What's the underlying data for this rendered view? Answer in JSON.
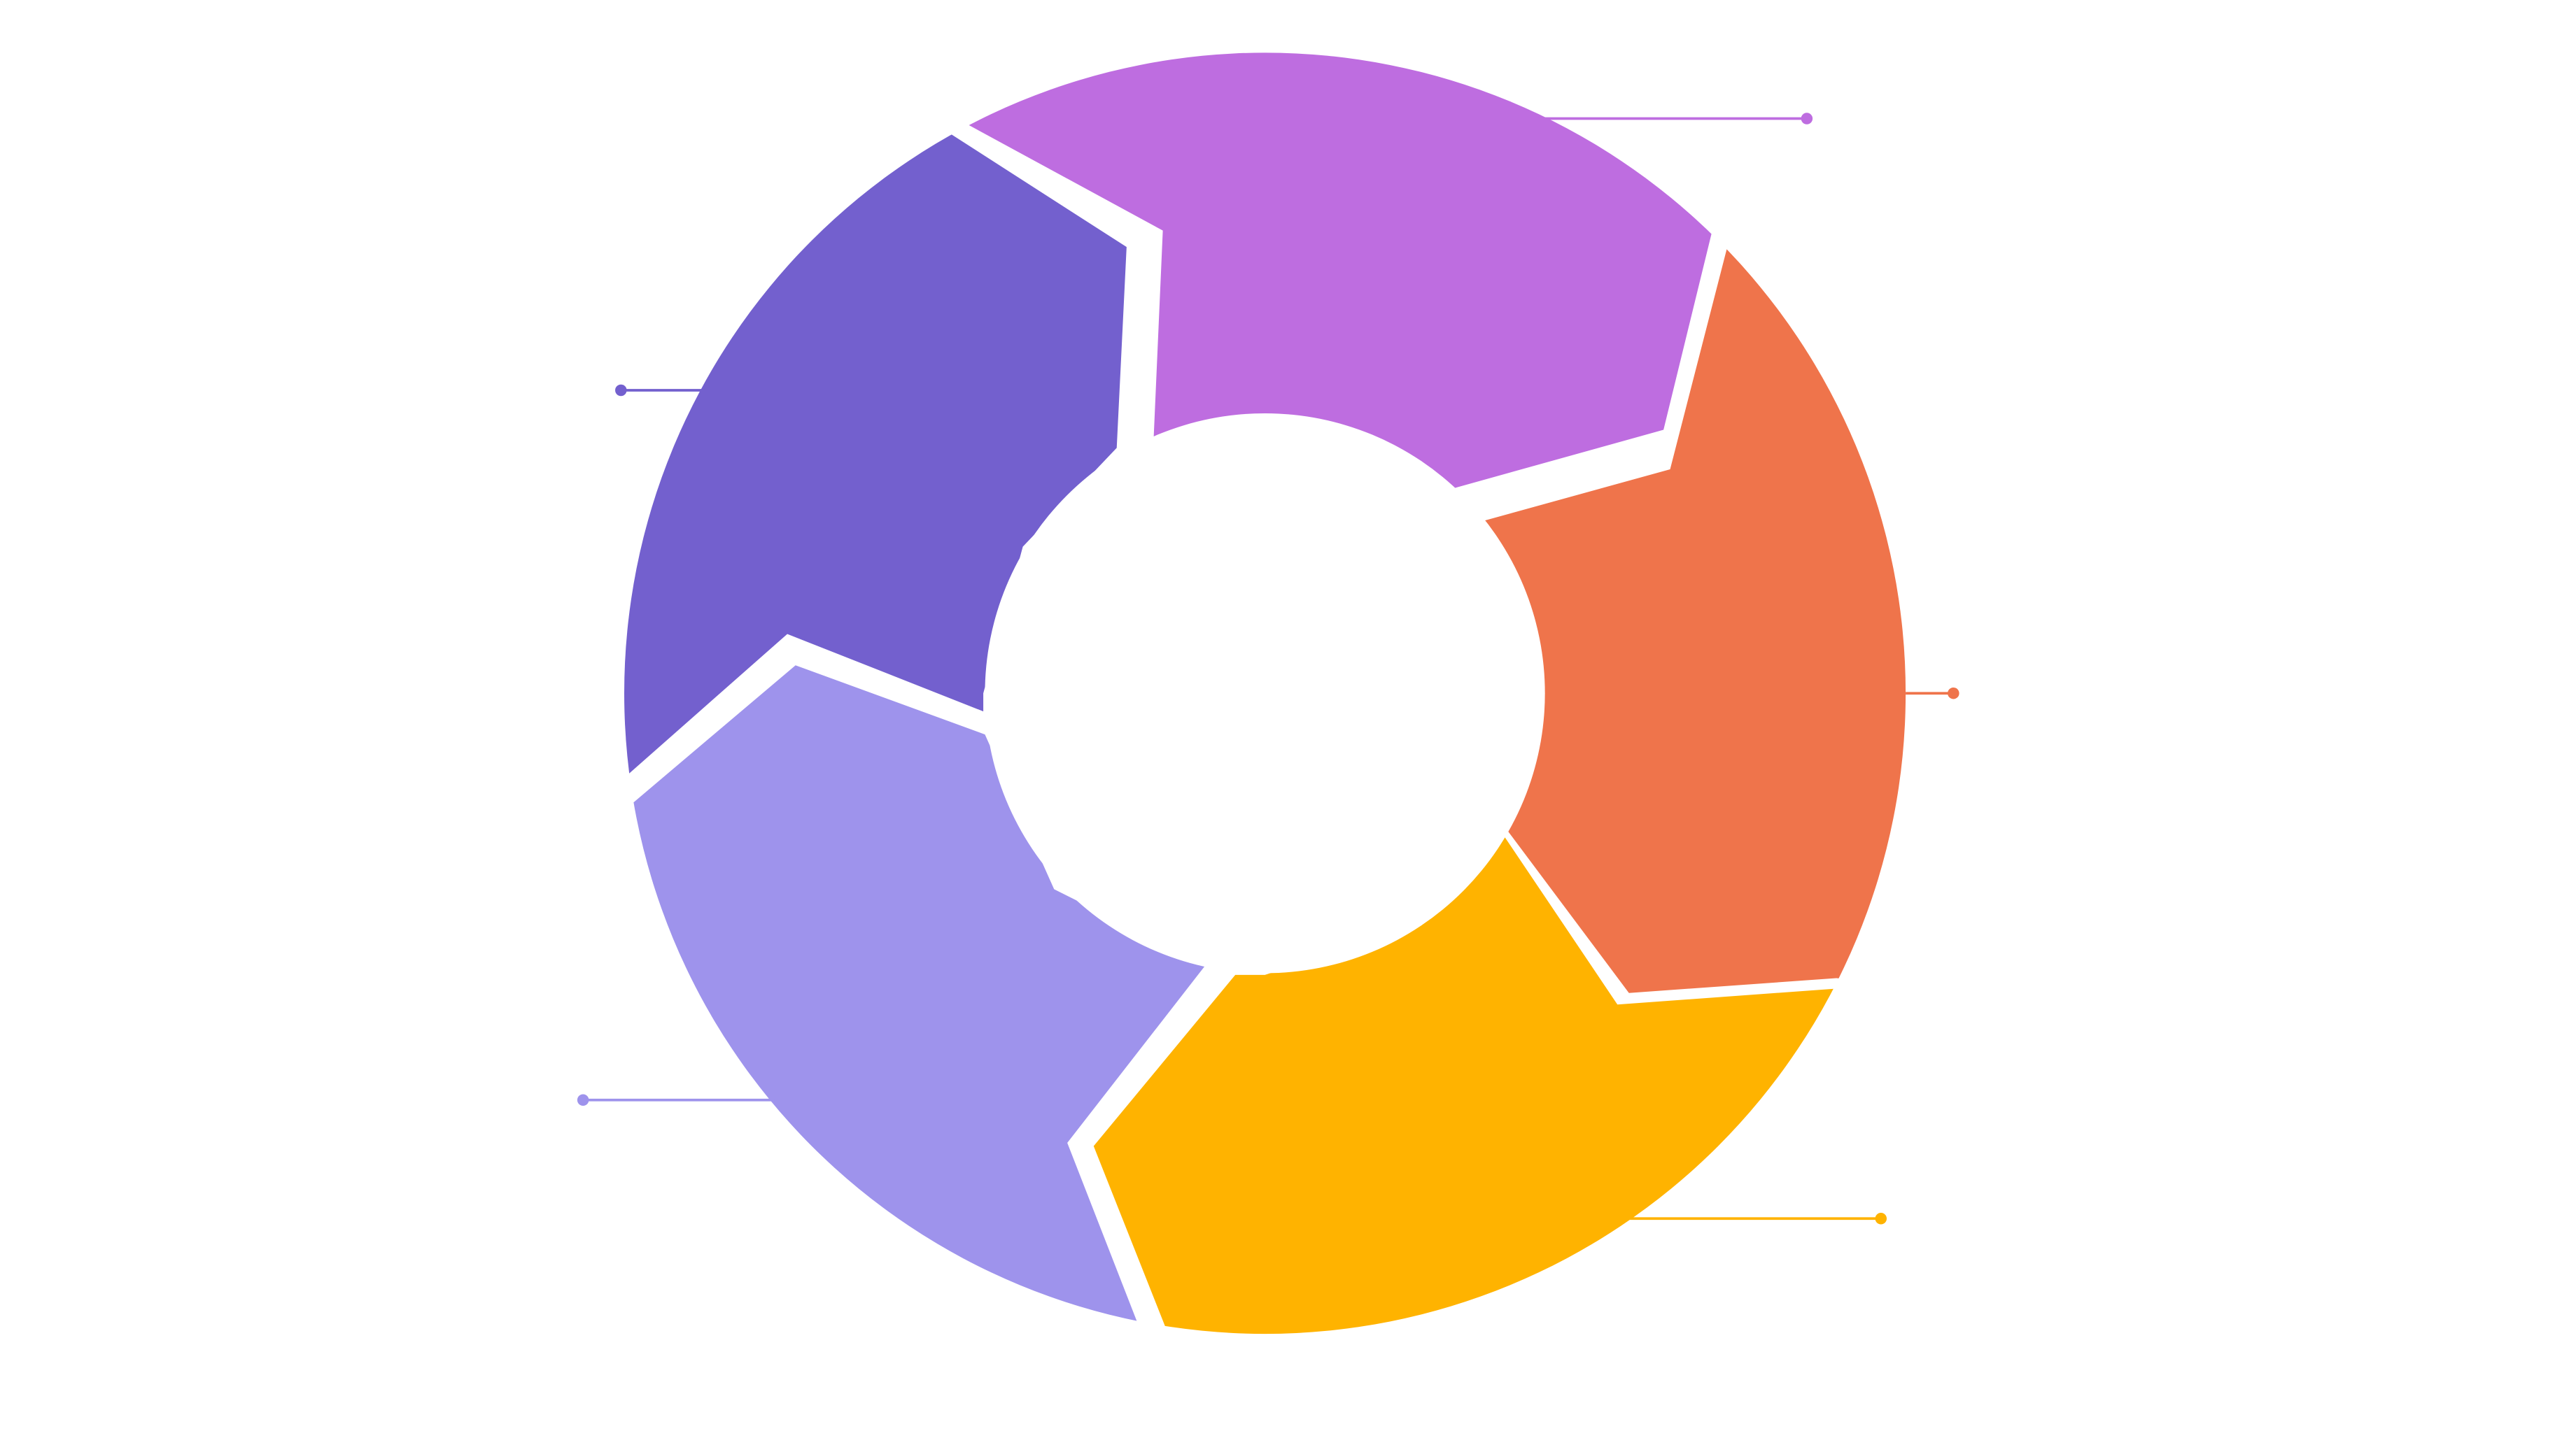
{
  "diagram": {
    "type": "cycle",
    "background": "#ffffff",
    "gap_color": "#ffffff",
    "segments": [
      {
        "id": "top",
        "color": "#BE6DE0",
        "callout_side": "right",
        "text": ""
      },
      {
        "id": "right",
        "color": "#EF744B",
        "callout_side": "right",
        "text": ""
      },
      {
        "id": "bottom",
        "color": "#FFB300",
        "callout_side": "right",
        "text": ""
      },
      {
        "id": "left-bottom",
        "color": "#9E93EC",
        "callout_side": "left",
        "text": ""
      },
      {
        "id": "left-top",
        "color": "#7360CE",
        "callout_side": "left",
        "text": ""
      }
    ]
  }
}
